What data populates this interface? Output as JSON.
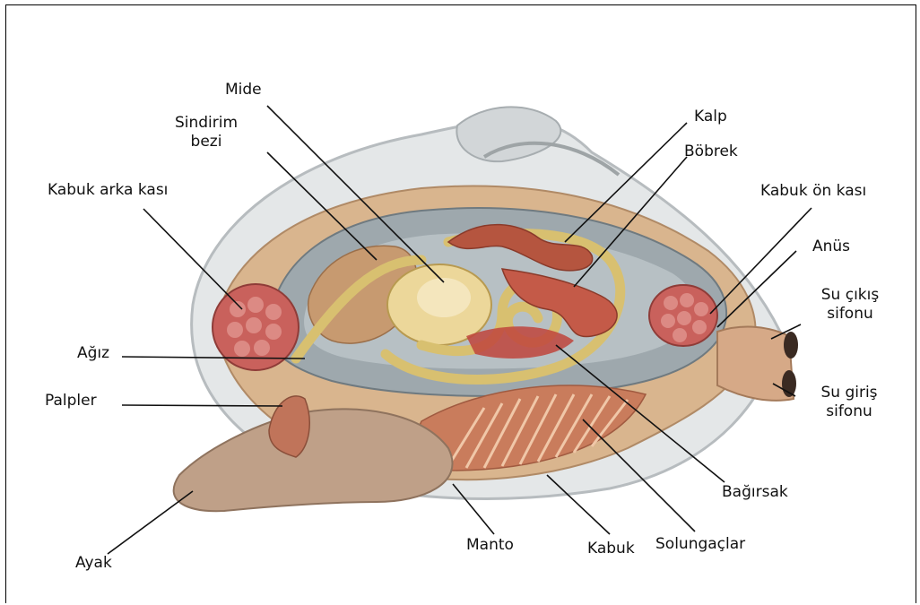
{
  "labels": {
    "mide": "Mide",
    "sindirim_1": "Sindirim",
    "sindirim_2": "bezi",
    "kabuk_arka_kasi": "Kabuk arka kası",
    "agiz": "Ağız",
    "palpler": "Palpler",
    "ayak": "Ayak",
    "kalp": "Kalp",
    "bobrek": "Böbrek",
    "kabuk_on_kasi": "Kabuk ön kası",
    "anus": "Anüs",
    "su_cikis_1": "Su çıkış",
    "su_cikis_2": "sifonu",
    "su_giris_1": "Su giriş",
    "su_giris_2": "sifonu",
    "bagirsak": "Bağırsak",
    "manto": "Manto",
    "kabuk": "Kabuk",
    "solungaclar": "Solungaçlar"
  },
  "colors": {
    "shell": "#d8dcdc",
    "mantle": "#c9a37e",
    "foot": "#bfa088",
    "cavity": "#9aa3a8",
    "intestine": "#d8c070",
    "muscle": "#c8605a",
    "heart": "#b05040",
    "gills": "#c07050"
  }
}
